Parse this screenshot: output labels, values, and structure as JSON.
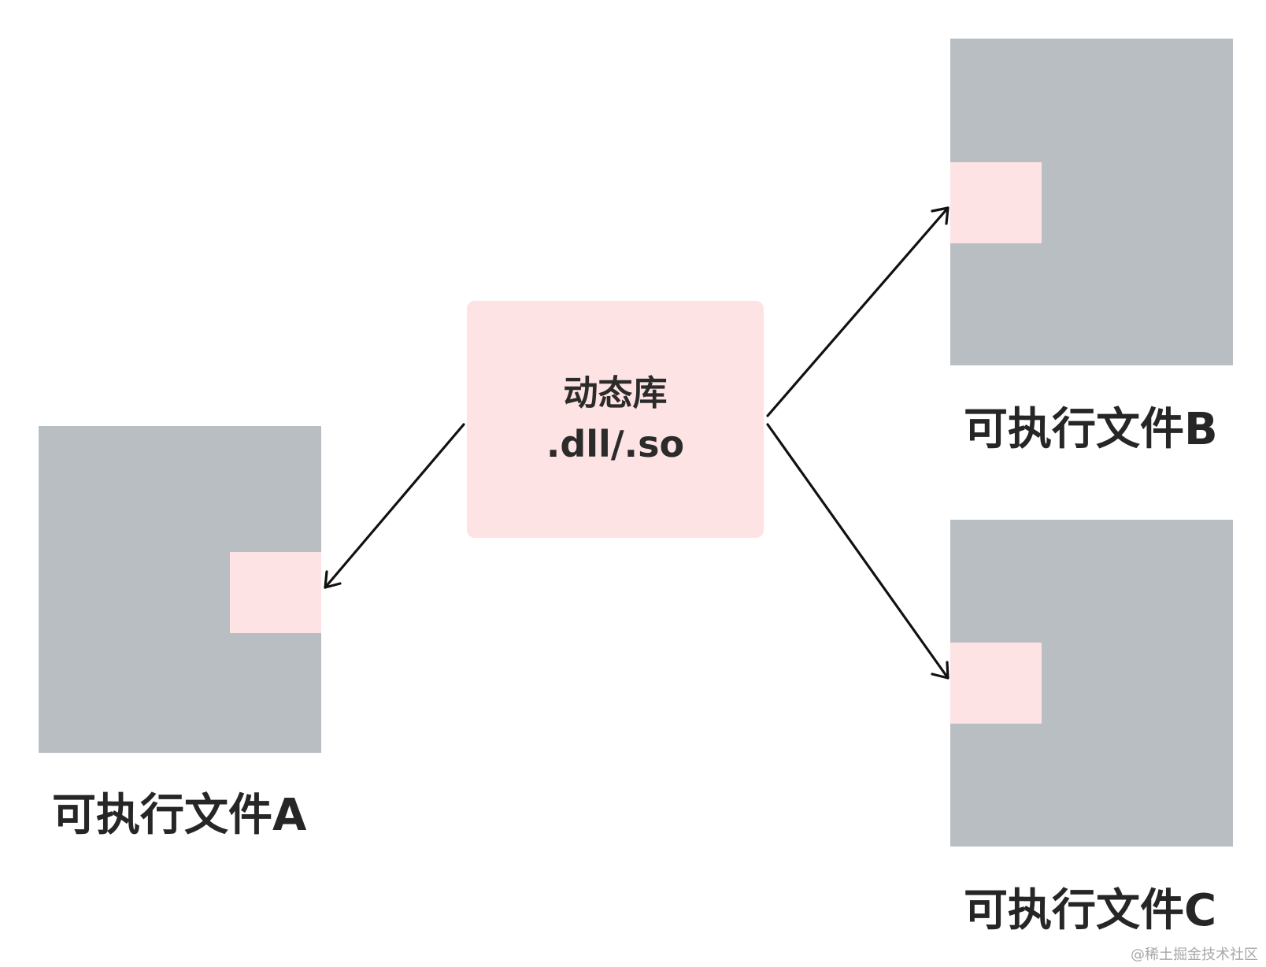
{
  "colors": {
    "exe_block": "#b9bec3",
    "library_pink": "#fde3e3",
    "arrow": "#111111",
    "label_text": "#262626"
  },
  "library": {
    "title": "动态库",
    "subtitle": ".dll/.so"
  },
  "executables": [
    {
      "id": "A",
      "label": "可执行文件A"
    },
    {
      "id": "B",
      "label": "可执行文件B"
    },
    {
      "id": "C",
      "label": "可执行文件C"
    }
  ],
  "edges": [
    {
      "from": "library",
      "to": "A",
      "icon": "arrow-icon"
    },
    {
      "from": "library",
      "to": "B",
      "icon": "arrow-icon"
    },
    {
      "from": "library",
      "to": "C",
      "icon": "arrow-icon"
    }
  ],
  "watermark": "@稀土掘金技术社区"
}
